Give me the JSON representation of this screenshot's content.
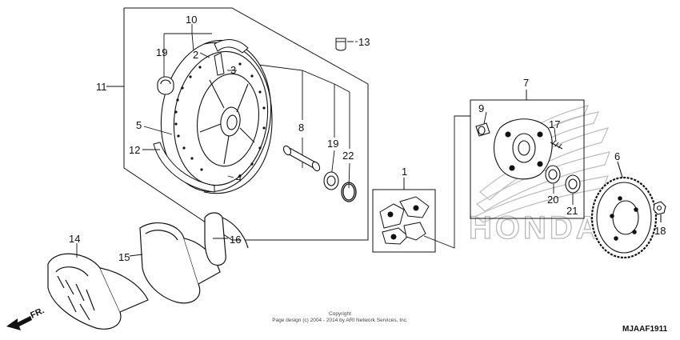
{
  "callouts": [
    "1",
    "2",
    "3",
    "4",
    "5",
    "6",
    "7",
    "8",
    "9",
    "10",
    "11",
    "12",
    "13",
    "14",
    "15",
    "16",
    "17",
    "18",
    "19",
    "19",
    "20",
    "21",
    "22"
  ],
  "copyright": {
    "line1": "Copyright",
    "line2": "Page design (c) 2004 - 2014 by ARI Network Services, Inc."
  },
  "diagram_code": "MJAAF1911",
  "direction_label": "FR.",
  "watermark_text": "HONDA",
  "colors": {
    "line": "#111111",
    "watermark": "#b9b9b9"
  }
}
